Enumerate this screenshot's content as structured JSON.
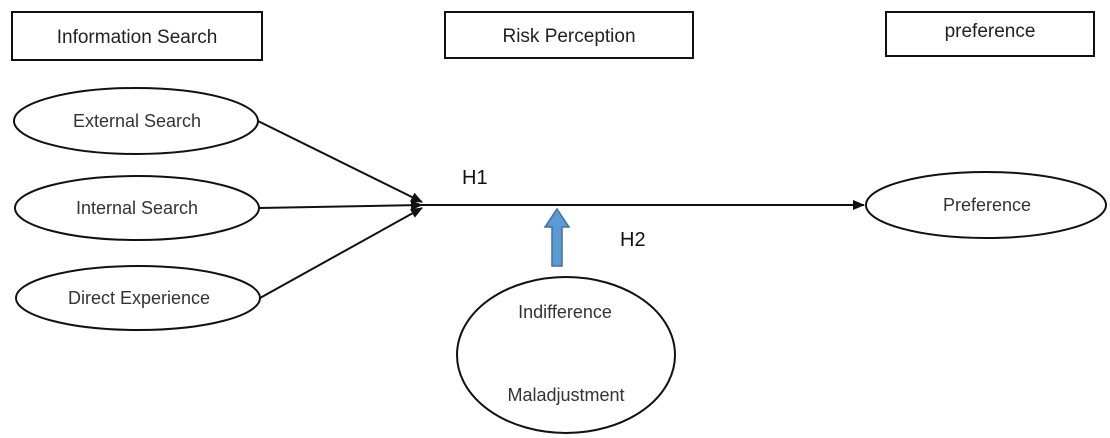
{
  "headers": {
    "information_search": "Information Search",
    "risk_perception": "Risk Perception",
    "preference": "preference"
  },
  "nodes": {
    "external_search": "External Search",
    "internal_search": "Internal Search",
    "direct_experience": "Direct Experience",
    "preference": "Preference",
    "moderator_top": "Indifference",
    "moderator_bottom": "Maladjustment"
  },
  "hypotheses": {
    "h1": "H1",
    "h2": "H2"
  },
  "colors": {
    "stroke": "#111111",
    "moderator_arrow": "#5b9bd5",
    "moderator_arrow_outline": "#41719c"
  }
}
